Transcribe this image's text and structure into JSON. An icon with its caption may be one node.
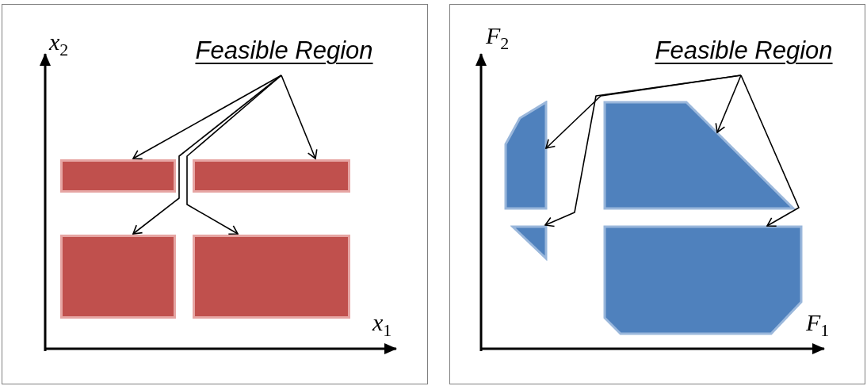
{
  "diagram": {
    "nodes": [
      {
        "text": [],
        "shape": "box"
      },
      {
        "text": [
          "Feasible Region"
        ],
        "in": 0
      },
      {
        "text": [],
        "shape": "box",
        "in": 0
      },
      {
        "text": [],
        "shape": "box",
        "in": 0
      },
      {
        "text": [],
        "shape": "box",
        "in": 0
      },
      {
        "text": [],
        "shape": "box",
        "in": 0
      },
      {
        "text": [],
        "shape": "box"
      },
      {
        "text": [
          "Feasible Region"
        ],
        "in": 6
      },
      {
        "text": [],
        "shape": "polygon",
        "in": 6
      },
      {
        "text": [],
        "shape": "polygon",
        "in": 6
      },
      {
        "text": [],
        "shape": "triangle",
        "in": 6
      },
      {
        "text": [],
        "shape": "polygon",
        "in": 6
      }
    ],
    "edges": [
      {
        "from": 1,
        "to": 2,
        "arrow": "to"
      },
      {
        "from": 1,
        "to": 3,
        "arrow": "to"
      },
      {
        "from": 1,
        "to": 4,
        "arrow": "to"
      },
      {
        "from": 1,
        "to": 5,
        "arrow": "to"
      },
      {
        "from": 7,
        "to": 8,
        "arrow": "to"
      },
      {
        "from": 7,
        "to": 9,
        "arrow": "to"
      },
      {
        "from": 7,
        "to": 11,
        "arrow": "to"
      },
      {
        "from": 7,
        "to": 10,
        "arrow": "to"
      }
    ],
    "labels": [
      "x$_{2}$",
      "x$_{1}$",
      "F$_{2}$",
      "F$_{1}$"
    ]
  }
}
